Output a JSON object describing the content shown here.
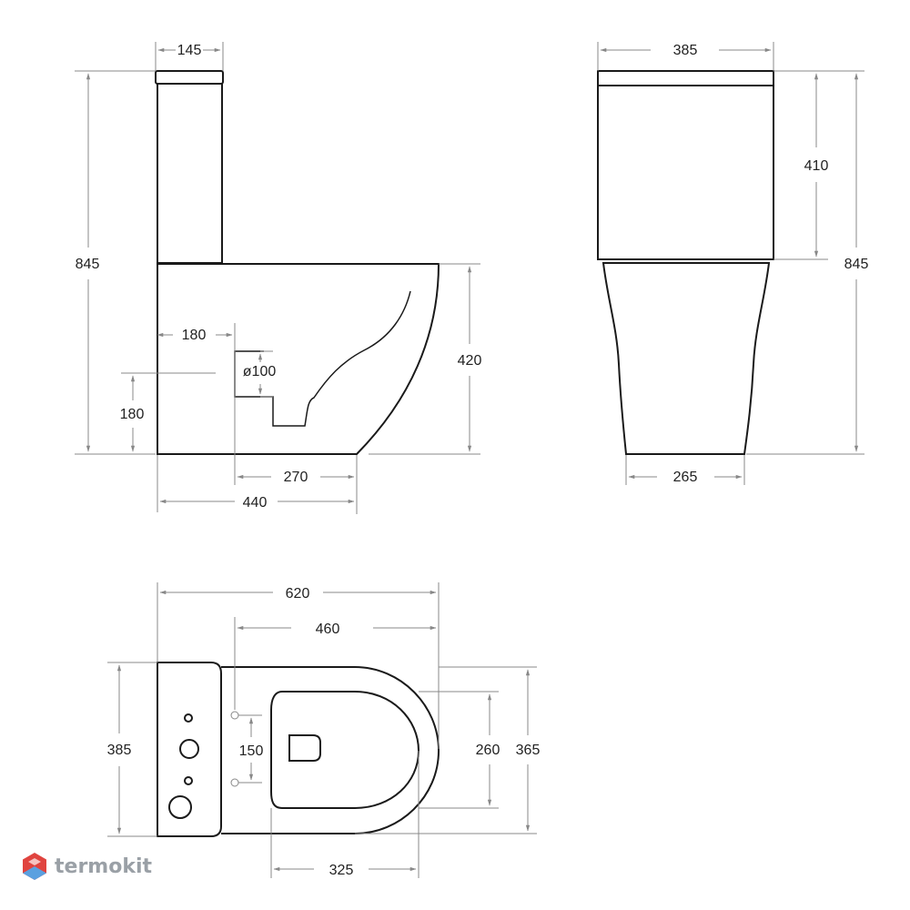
{
  "colors": {
    "outline": "#1a1a1a",
    "dimension": "#888888",
    "text": "#222222",
    "brand_text": "#9aa0a6",
    "logo_red": "#e0443f",
    "logo_blue": "#5aa0e0"
  },
  "side_view": {
    "tank_width": "145",
    "total_height": "845",
    "outlet_offset": "180",
    "outlet_diameter": "ø100",
    "outlet_height": "180",
    "bowl_height": "420",
    "outlet_distance": "270",
    "depth": "440"
  },
  "front_view": {
    "width": "385",
    "tank_height": "410",
    "total_height": "845",
    "base_width": "265"
  },
  "top_view": {
    "total_length": "620",
    "bowl_length": "460",
    "width": "385",
    "fixing_spacing": "150",
    "seat_width": "260",
    "bowl_width": "365",
    "seat_length": "325"
  },
  "brand": {
    "name": "termokit",
    "logo_icon": "hexagon-logo-icon"
  }
}
